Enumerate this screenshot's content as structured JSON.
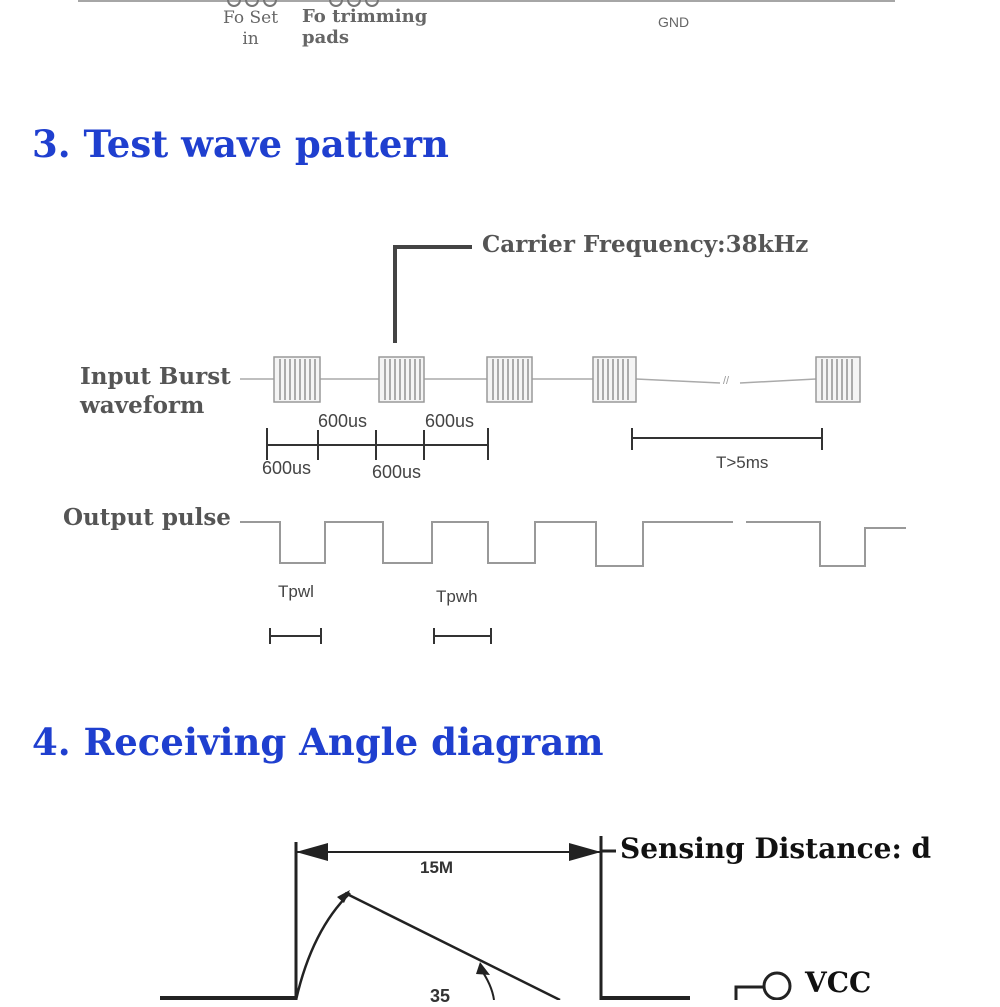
{
  "top_section": {
    "fo_set_in_line1": "Fo Set",
    "fo_set_in_line2": "in",
    "fo_trimming_line1": "Fo trimming",
    "fo_trimming_line2": "pads",
    "gnd_label": "GND"
  },
  "section3": {
    "heading": "3. Test wave pattern",
    "carrier_frequency": "Carrier Frequency:38kHz",
    "input_burst_line1": "Input Burst",
    "input_burst_line2": "waveform",
    "t600_a": "600us",
    "t600_b": "600us",
    "t600_c": "600us",
    "t600_d": "600us",
    "t_gt_5ms": "T>5ms",
    "output_pulse": "Output pulse",
    "tpwl": "Tpwl",
    "tpwh": "Tpwh",
    "break_mark": "//"
  },
  "section4": {
    "heading": "4. Receiving Angle diagram",
    "distance_label": "15M",
    "sensing_distance": "Sensing Distance: d",
    "angle_label": "35",
    "vcc_label": "VCC"
  }
}
